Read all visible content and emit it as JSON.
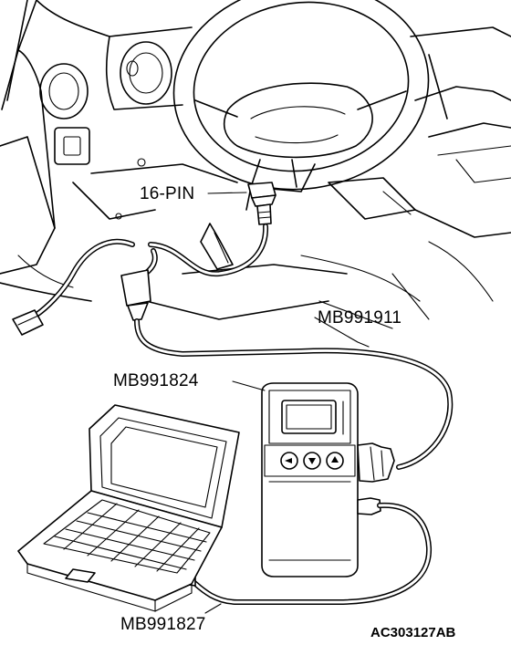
{
  "labels": {
    "connector": "16-PIN",
    "cable_top": "MB991911",
    "interface": "MB991824",
    "cable_bottom": "MB991827",
    "figure_code": "AC303127AB"
  }
}
